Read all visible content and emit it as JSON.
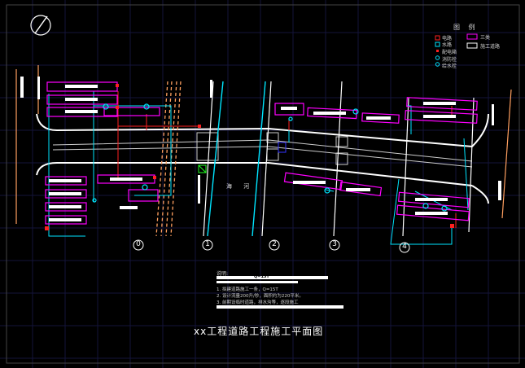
{
  "title": "xx工程道路工程施工平面图",
  "legend": {
    "heading": "图 例",
    "items": [
      {
        "label": "电路",
        "color": "#ff2020",
        "shape": "square"
      },
      {
        "label": "水路",
        "color": "#00e5ff",
        "shape": "square"
      },
      {
        "label": "配电箱",
        "color": "#ff2020",
        "shape": "dot"
      },
      {
        "label": "消防栓",
        "color": "#00e5ff",
        "shape": "ring"
      },
      {
        "label": "给水栓",
        "color": "#00e5ff",
        "shape": "ring"
      },
      {
        "label": "三类",
        "color": "#ff00ff",
        "shape": "rect"
      },
      {
        "label": "施工道路",
        "color": "#ffffff",
        "shape": "rect"
      }
    ]
  },
  "river_label": "海 河",
  "axes": [
    "0",
    "1",
    "2",
    "3",
    "4"
  ],
  "notes": {
    "heading": "说明:",
    "lines": [
      "1. 拟建道路施工一条，Q=15T",
      "2. 设计流量200升/秒，面积约为220平米。",
      "3. 前期设临时道路，排水沟等，逐段施工"
    ],
    "badge": "Q=15T"
  },
  "colors": {
    "road": "#ffffff",
    "water": "#00e5ff",
    "power": "#ff2020",
    "building": "#ff00ff",
    "grid": "#1a1a3a",
    "river_bank": "#ffa060"
  }
}
